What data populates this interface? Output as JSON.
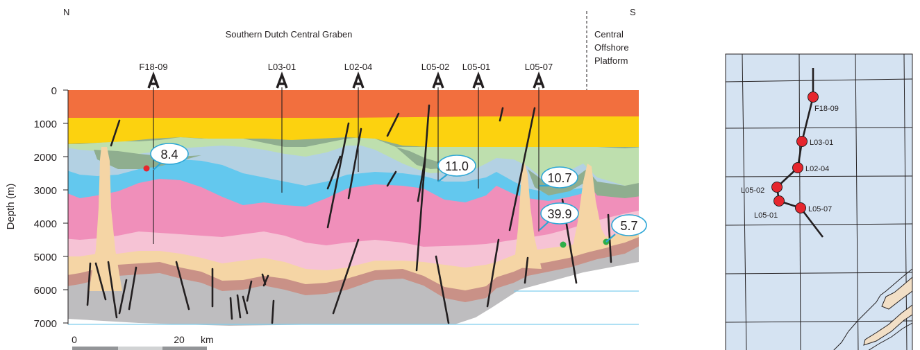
{
  "cross_section": {
    "north_label": "N",
    "south_label": "S",
    "region_label": "Southern Dutch Central Graben",
    "platform_label": [
      "Central",
      "Offshore",
      "Platform"
    ],
    "y_axis_label": "Depth (m)",
    "y_ticks": [
      "0",
      "1000",
      "2000",
      "3000",
      "4000",
      "5000",
      "6000",
      "7000"
    ],
    "scale_bar": {
      "start": "0",
      "end": "20",
      "unit": "km"
    },
    "wells": [
      {
        "name": "F18-09"
      },
      {
        "name": "L03-01"
      },
      {
        "name": "L02-04"
      },
      {
        "name": "L05-02"
      },
      {
        "name": "L05-01"
      },
      {
        "name": "L05-07"
      }
    ],
    "callouts": [
      "8.4",
      "11.0",
      "10.7",
      "39.9",
      "5.7"
    ],
    "colors": {
      "layer_1": "#f26f3e",
      "layer_2": "#fcd20f",
      "layer_3_dark_green": "#8fae8f",
      "layer_3_light_green": "#bedfae",
      "layer_4_light_blue": "#b3d1e3",
      "layer_5_blue": "#63c8ee",
      "layer_6_pink": "#f08fba",
      "layer_7_light_pink": "#f6c3d5",
      "layer_8_peach": "#f5d5a5",
      "layer_9_brown": "#c99187",
      "basement_gray": "#bebdbf",
      "fault": "#231f20",
      "callout_border": "#2ea7d6",
      "marker_red": "#e6262e",
      "marker_green": "#2fae48"
    }
  },
  "map": {
    "wells": [
      {
        "name": "F18-09"
      },
      {
        "name": "L03-01"
      },
      {
        "name": "L02-04"
      },
      {
        "name": "L05-02"
      },
      {
        "name": "L05-01"
      },
      {
        "name": "L05-07"
      }
    ],
    "colors": {
      "sea": "#d5e3f2",
      "land": "#f2dfc6",
      "well": "#e6262e"
    }
  }
}
